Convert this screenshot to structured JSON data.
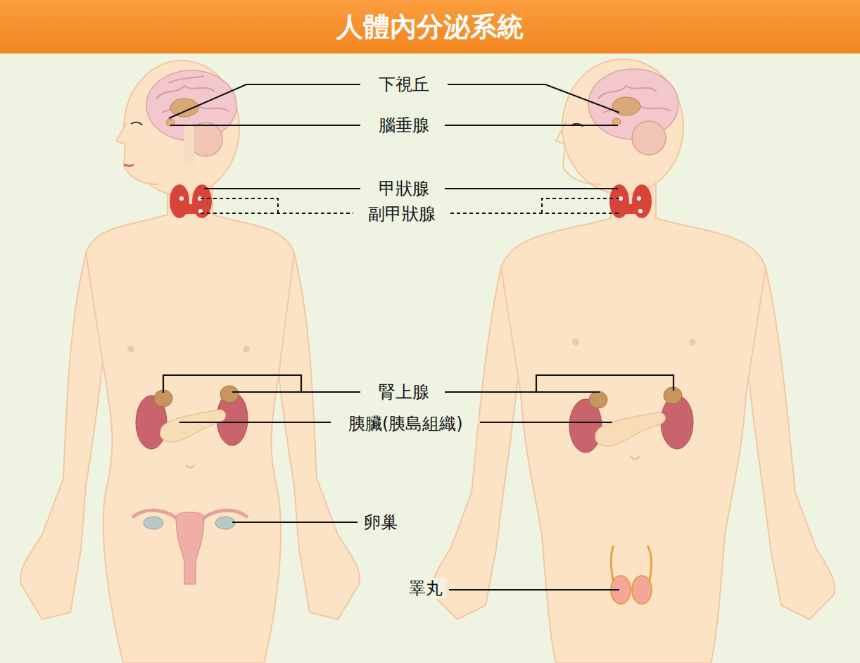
{
  "diagram": {
    "title": "人體內分泌系統",
    "labels": [
      "下視丘",
      "腦垂腺",
      "甲狀腺",
      "副甲狀腺",
      "腎上腺",
      "胰臟(胰島組織)",
      "卵巢",
      "睪丸"
    ]
  }
}
